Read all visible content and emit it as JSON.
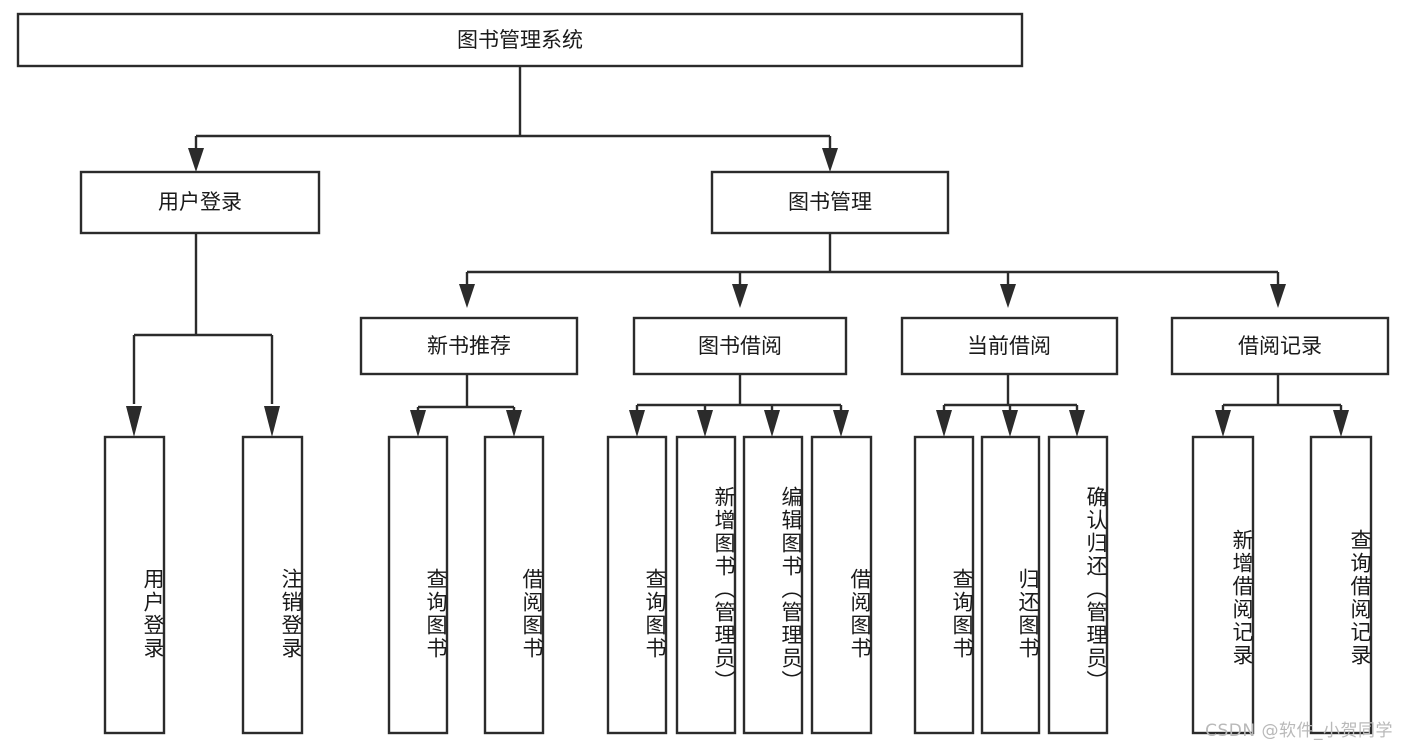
{
  "diagram": {
    "type": "tree-hierarchy-flowchart",
    "title_node": {
      "id": "root",
      "label": "图书管理系统"
    },
    "level2": [
      {
        "id": "user-login",
        "label": "用户登录"
      },
      {
        "id": "book-management",
        "label": "图书管理"
      }
    ],
    "level3": [
      {
        "id": "new-book-recommend",
        "label": "新书推荐",
        "parent": "book-management"
      },
      {
        "id": "book-borrow",
        "label": "图书借阅",
        "parent": "book-management"
      },
      {
        "id": "current-borrow",
        "label": "当前借阅",
        "parent": "book-management"
      },
      {
        "id": "borrow-record",
        "label": "借阅记录",
        "parent": "book-management"
      }
    ],
    "leaves": [
      {
        "id": "leaf-user-login",
        "label": "用户登录",
        "parent": "user-login"
      },
      {
        "id": "leaf-logout-login",
        "label": "注销登录",
        "parent": "user-login"
      },
      {
        "id": "leaf-query-book-1",
        "label": "查询图书",
        "parent": "new-book-recommend"
      },
      {
        "id": "leaf-borrow-book-1",
        "label": "借阅图书",
        "parent": "new-book-recommend"
      },
      {
        "id": "leaf-query-book-2",
        "label": "查询图书",
        "parent": "book-borrow"
      },
      {
        "id": "leaf-add-book",
        "label": "新增图书（管理员）",
        "parent": "book-borrow"
      },
      {
        "id": "leaf-edit-book",
        "label": "编辑图书（管理员）",
        "parent": "book-borrow"
      },
      {
        "id": "leaf-borrow-book-2",
        "label": "借阅图书",
        "parent": "book-borrow"
      },
      {
        "id": "leaf-query-book-3",
        "label": "查询图书",
        "parent": "current-borrow"
      },
      {
        "id": "leaf-return-book",
        "label": "归还图书",
        "parent": "current-borrow"
      },
      {
        "id": "leaf-confirm-return",
        "label": "确认归还（管理员）",
        "parent": "current-borrow"
      },
      {
        "id": "leaf-add-record",
        "label": "新增借阅记录",
        "parent": "borrow-record"
      },
      {
        "id": "leaf-query-record",
        "label": "查询借阅记录",
        "parent": "borrow-record"
      }
    ],
    "watermark": "CSDN @软件_小贺同学",
    "colors": {
      "background": "#ffffff",
      "box_fill": "#ffffff",
      "box_stroke": "#2b2b2b",
      "text": "#1a1a1a",
      "watermark_text": "#b9b9b9"
    }
  }
}
